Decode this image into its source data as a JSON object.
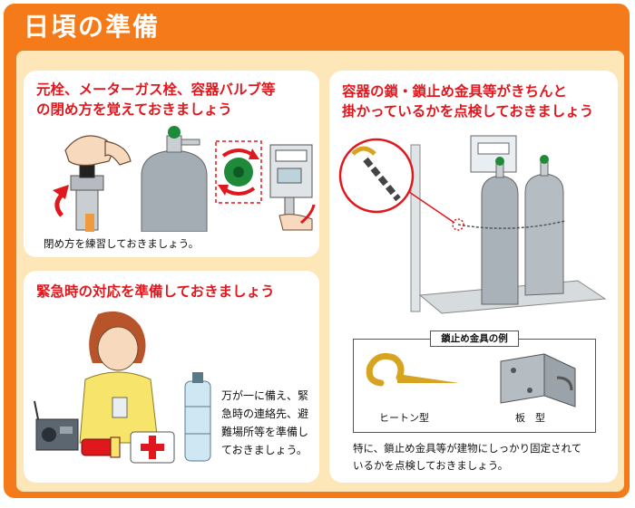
{
  "page": {
    "title": "日頃の準備"
  },
  "panel_valves": {
    "heading_line1": "元栓、メーターガス栓、容器バルブ等",
    "heading_line2": "の閉め方を覚えておきましょう",
    "caption": "閉め方を練習しておきましょう。"
  },
  "panel_emergency": {
    "heading": "緊急時の対応を準備しておきましょう",
    "body_lines": [
      "万が一に備え、緊",
      "急時の連絡先、避",
      "難場所等を準備し",
      "ておきましょう。"
    ]
  },
  "panel_chain": {
    "heading_line1": "容器の鎖・鎖止め金具等がきちんと",
    "heading_line2": "掛かっているかを点検しておきましょう",
    "example_title": "鎖止め金具の例",
    "hook_label": "ヒートン型",
    "plate_label": "板　型",
    "body_line1": "特に、鎖止め金具等が建物にしっかり固定されて",
    "body_line2": "いるかを点検しておきましょう。"
  },
  "colors": {
    "frame_orange": "#f47a1a",
    "inner_cream": "#fde7b8",
    "heading_red": "#e0181e",
    "valve_green": "#1f8a3a",
    "cylinder_gray": "#9aa3aa"
  },
  "icons": [
    "hand-turning-valve-icon",
    "gas-cylinder-icon",
    "rotate-arrow-icon",
    "gas-meter-icon",
    "woman-with-supplies-icon",
    "radio-icon",
    "first-aid-kit-icon",
    "water-bottle-icon",
    "chain-closeup-icon",
    "wall-mounted-cylinders-icon",
    "hook-bracket-icon",
    "plate-bracket-icon"
  ]
}
